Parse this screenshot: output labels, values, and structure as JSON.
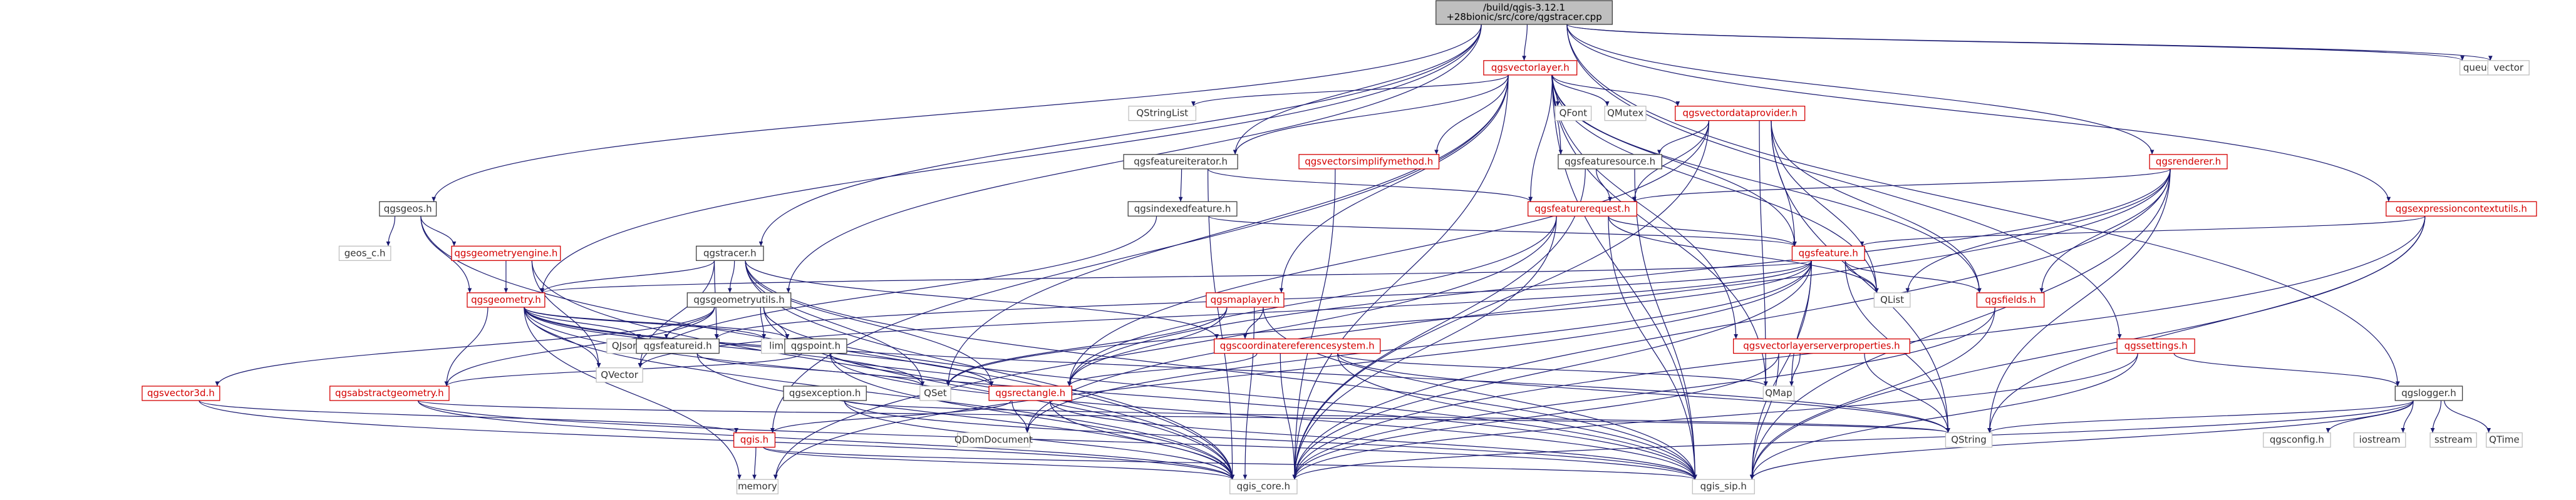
{
  "graph": {
    "title": "Include dependency graph for qgstracer.cpp",
    "root": "/build/qgis-3.12.1+28bionic/src/core/qgstracer.cpp",
    "colors": {
      "edge": "#191970",
      "text_default": "#333333",
      "text_red": "#d40000",
      "border_default": "#bfbfbf",
      "border_red": "#d40000",
      "root_fill": "#bfbfbf",
      "root_border": "#404040",
      "node_fill": "#ffffff"
    },
    "nodes": [
      {
        "id": "root",
        "lines": [
          "/build/qgis-3.12.1",
          "+28bionic/src/core/qgstracer.cpp"
        ],
        "style": "root"
      },
      {
        "id": "qgsvectorlayer",
        "lines": [
          "qgsvectorlayer.h"
        ],
        "style": "red"
      },
      {
        "id": "queue",
        "lines": [
          "queue"
        ],
        "style": "gray"
      },
      {
        "id": "vector",
        "lines": [
          "vector"
        ],
        "style": "gray"
      },
      {
        "id": "QStringList",
        "lines": [
          "QStringList"
        ],
        "style": "gray"
      },
      {
        "id": "qgsfeatureiterator",
        "lines": [
          "qgsfeatureiterator.h"
        ],
        "style": "normal"
      },
      {
        "id": "qgsvectorsimplifymethod",
        "lines": [
          "qgsvectorsimplifymethod.h"
        ],
        "style": "red"
      },
      {
        "id": "QFont",
        "lines": [
          "QFont"
        ],
        "style": "gray"
      },
      {
        "id": "QMutex",
        "lines": [
          "QMutex"
        ],
        "style": "gray"
      },
      {
        "id": "qgsvectordataprovider",
        "lines": [
          "qgsvectordataprovider.h"
        ],
        "style": "red"
      },
      {
        "id": "qgsfeaturesource",
        "lines": [
          "qgsfeaturesource.h"
        ],
        "style": "normal"
      },
      {
        "id": "qgsrenderer",
        "lines": [
          "qgsrenderer.h"
        ],
        "style": "red"
      },
      {
        "id": "qgsexpressioncontextutils",
        "lines": [
          "qgsexpressioncontextutils.h"
        ],
        "style": "red"
      },
      {
        "id": "qgsgeos",
        "lines": [
          "qgsgeos.h"
        ],
        "style": "normal"
      },
      {
        "id": "geos_c",
        "lines": [
          "geos_c.h"
        ],
        "style": "gray"
      },
      {
        "id": "qgsgeometryengine",
        "lines": [
          "qgsgeometryengine.h"
        ],
        "style": "red"
      },
      {
        "id": "qgsindexedfeature",
        "lines": [
          "qgsindexedfeature.h"
        ],
        "style": "normal"
      },
      {
        "id": "qgsfeaturerequest",
        "lines": [
          "qgsfeaturerequest.h"
        ],
        "style": "red"
      },
      {
        "id": "qgstracer",
        "lines": [
          "qgstracer.h"
        ],
        "style": "normal"
      },
      {
        "id": "qgsgeometryutils",
        "lines": [
          "qgsgeometryutils.h"
        ],
        "style": "normal"
      },
      {
        "id": "qgsgeometry",
        "lines": [
          "qgsgeometry.h"
        ],
        "style": "red"
      },
      {
        "id": "qgsfeature",
        "lines": [
          "qgsfeature.h"
        ],
        "style": "red"
      },
      {
        "id": "QList",
        "lines": [
          "QList"
        ],
        "style": "gray"
      },
      {
        "id": "qgsfields",
        "lines": [
          "qgsfields.h"
        ],
        "style": "red"
      },
      {
        "id": "qgsmaplayer",
        "lines": [
          "qgsmaplayer.h"
        ],
        "style": "red"
      },
      {
        "id": "QJsonArray",
        "lines": [
          "QJsonArray"
        ],
        "style": "gray"
      },
      {
        "id": "limits",
        "lines": [
          "limits"
        ],
        "style": "gray"
      },
      {
        "id": "qgspoint",
        "lines": [
          "qgspoint.h"
        ],
        "style": "normal"
      },
      {
        "id": "QVector",
        "lines": [
          "QVector"
        ],
        "style": "gray"
      },
      {
        "id": "qgsfeatureid",
        "lines": [
          "qgsfeatureid.h"
        ],
        "style": "normal"
      },
      {
        "id": "qgscoordinatereferencesystem",
        "lines": [
          "qgscoordinatereferencesystem.h"
        ],
        "style": "red"
      },
      {
        "id": "qgsvectorlayerserverproperties",
        "lines": [
          "qgsvectorlayerserverproperties.h"
        ],
        "style": "red"
      },
      {
        "id": "qgssettings",
        "lines": [
          "qgssettings.h"
        ],
        "style": "red"
      },
      {
        "id": "qgsvector3d",
        "lines": [
          "qgsvector3d.h"
        ],
        "style": "red"
      },
      {
        "id": "qgsabstractgeometry",
        "lines": [
          "qgsabstractgeometry.h"
        ],
        "style": "red"
      },
      {
        "id": "QSet",
        "lines": [
          "QSet"
        ],
        "style": "gray"
      },
      {
        "id": "qgsexception",
        "lines": [
          "qgsexception.h"
        ],
        "style": "normal"
      },
      {
        "id": "qgsrectangle",
        "lines": [
          "qgsrectangle.h"
        ],
        "style": "red"
      },
      {
        "id": "QMap",
        "lines": [
          "QMap"
        ],
        "style": "gray"
      },
      {
        "id": "qgslogger",
        "lines": [
          "qgslogger.h"
        ],
        "style": "normal"
      },
      {
        "id": "qgis",
        "lines": [
          "qgis.h"
        ],
        "style": "red"
      },
      {
        "id": "QDomDocument",
        "lines": [
          "QDomDocument"
        ],
        "style": "gray"
      },
      {
        "id": "QString",
        "lines": [
          "QString"
        ],
        "style": "gray"
      },
      {
        "id": "memory",
        "lines": [
          "memory"
        ],
        "style": "gray"
      },
      {
        "id": "qgis_core",
        "lines": [
          "qgis_core.h"
        ],
        "style": "gray"
      },
      {
        "id": "qgis_sip",
        "lines": [
          "qgis_sip.h"
        ],
        "style": "gray"
      },
      {
        "id": "qgsconfig",
        "lines": [
          "qgsconfig.h"
        ],
        "style": "gray"
      },
      {
        "id": "iostream",
        "lines": [
          "iostream"
        ],
        "style": "gray"
      },
      {
        "id": "sstream",
        "lines": [
          "sstream"
        ],
        "style": "gray"
      },
      {
        "id": "QTime",
        "lines": [
          "QTime"
        ],
        "style": "gray"
      }
    ],
    "edges": [
      [
        "root",
        "qgsvectorlayer"
      ],
      [
        "root",
        "queue"
      ],
      [
        "root",
        "vector"
      ],
      [
        "root",
        "qgsfeatureiterator"
      ],
      [
        "root",
        "qgsrenderer"
      ],
      [
        "root",
        "qgsexpressioncontextutils"
      ],
      [
        "root",
        "qgsgeos"
      ],
      [
        "root",
        "qgstracer"
      ],
      [
        "root",
        "qgsgeometry"
      ],
      [
        "root",
        "qgssettings"
      ],
      [
        "root",
        "qgslogger"
      ],
      [
        "root",
        "qgsgeometryutils"
      ],
      [
        "qgsvectorlayer",
        "QStringList"
      ],
      [
        "qgsvectorlayer",
        "qgsfeatureiterator"
      ],
      [
        "qgsvectorlayer",
        "qgsvectorsimplifymethod"
      ],
      [
        "qgsvectorlayer",
        "QFont"
      ],
      [
        "qgsvectorlayer",
        "QMutex"
      ],
      [
        "qgsvectorlayer",
        "qgsvectordataprovider"
      ],
      [
        "qgsvectorlayer",
        "qgsfeaturesource"
      ],
      [
        "qgsvectorlayer",
        "qgsfeature"
      ],
      [
        "qgsvectorlayer",
        "qgsfields"
      ],
      [
        "qgsvectorlayer",
        "qgsmaplayer"
      ],
      [
        "qgsvectorlayer",
        "QList"
      ],
      [
        "qgsvectorlayer",
        "qgsvectorlayerserverproperties"
      ],
      [
        "qgsvectorlayer",
        "qgis_core"
      ],
      [
        "qgsvectorlayer",
        "qgis_sip"
      ],
      [
        "qgsvectorlayer",
        "QSet"
      ],
      [
        "qgsvectorlayer",
        "QMap"
      ],
      [
        "qgsvectorlayer",
        "qgis"
      ],
      [
        "qgsvectorlayer",
        "qgsfeaturerequest"
      ],
      [
        "qgsfeatureiterator",
        "qgsfeaturerequest"
      ],
      [
        "qgsfeatureiterator",
        "qgsindexedfeature"
      ],
      [
        "qgsfeatureiterator",
        "qgis_core"
      ],
      [
        "qgsvectorsimplifymethod",
        "qgis_core"
      ],
      [
        "qgsvectordataprovider",
        "qgsfeaturesource"
      ],
      [
        "qgsvectordataprovider",
        "qgsfeaturerequest"
      ],
      [
        "qgsvectordataprovider",
        "qgsfeature"
      ],
      [
        "qgsvectordataprovider",
        "QList"
      ],
      [
        "qgsvectordataprovider",
        "QMap"
      ],
      [
        "qgsvectordataprovider",
        "qgis_core"
      ],
      [
        "qgsvectordataprovider",
        "qgsrectangle"
      ],
      [
        "qgsvectordataprovider",
        "qgsfields"
      ],
      [
        "qgsvectordataprovider",
        "QString"
      ],
      [
        "qgsfeaturesource",
        "qgsfeaturerequest"
      ],
      [
        "qgsfeaturesource",
        "qgis_core"
      ],
      [
        "qgsfeaturesource",
        "qgis_sip"
      ],
      [
        "qgsrenderer",
        "qgsfeaturerequest"
      ],
      [
        "qgsrenderer",
        "qgsfields"
      ],
      [
        "qgsrenderer",
        "QList"
      ],
      [
        "qgsrenderer",
        "QString"
      ],
      [
        "qgsrenderer",
        "QDomDocument"
      ],
      [
        "qgsrenderer",
        "qgis_core"
      ],
      [
        "qgsrenderer",
        "qgis_sip"
      ],
      [
        "qgsrenderer",
        "qgsrectangle"
      ],
      [
        "qgsexpressioncontextutils",
        "qgsfeature"
      ],
      [
        "qgsexpressioncontextutils",
        "qgis_core"
      ],
      [
        "qgsexpressioncontextutils",
        "qgis_sip"
      ],
      [
        "qgsexpressioncontextutils",
        "QString"
      ],
      [
        "qgsgeos",
        "geos_c"
      ],
      [
        "qgsgeos",
        "qgsgeometryengine"
      ],
      [
        "qgsgeos",
        "qgsgeometry"
      ],
      [
        "qgsgeos",
        "qgis_core"
      ],
      [
        "qgsgeometryengine",
        "qgsgeometry"
      ],
      [
        "qgsgeometryengine",
        "QVector"
      ],
      [
        "qgsgeometryengine",
        "qgis_core"
      ],
      [
        "qgsindexedfeature",
        "qgsfeature"
      ],
      [
        "qgsindexedfeature",
        "QVector"
      ],
      [
        "qgsfeaturerequest",
        "qgsfeature"
      ],
      [
        "qgsfeaturerequest",
        "qgsrectangle"
      ],
      [
        "qgsfeaturerequest",
        "QList"
      ],
      [
        "qgsfeaturerequest",
        "qgis_core"
      ],
      [
        "qgsfeaturerequest",
        "qgis_sip"
      ],
      [
        "qgsfeaturerequest",
        "memory"
      ],
      [
        "qgstracer",
        "qgsgeometry"
      ],
      [
        "qgstracer",
        "QVector"
      ],
      [
        "qgstracer",
        "qgsfeatureid"
      ],
      [
        "qgstracer",
        "qgscoordinatereferencesystem"
      ],
      [
        "qgstracer",
        "qgsrectangle"
      ],
      [
        "qgstracer",
        "qgis_core"
      ],
      [
        "qgstracer",
        "QSet"
      ],
      [
        "qgstracer",
        "qgsgeometryutils"
      ],
      [
        "qgstracer",
        "qgis_sip"
      ],
      [
        "qgsgeometryutils",
        "limits"
      ],
      [
        "qgsgeometryutils",
        "QJsonArray"
      ],
      [
        "qgsgeometryutils",
        "qgspoint"
      ],
      [
        "qgsgeometryutils",
        "qgsvector3d"
      ],
      [
        "qgsgeometryutils",
        "qgis_core"
      ],
      [
        "qgsgeometryutils",
        "qgsabstractgeometry"
      ],
      [
        "qgsgeometryutils",
        "qgis_sip"
      ],
      [
        "qgsgeometry",
        "QSet"
      ],
      [
        "qgsgeometry",
        "QString"
      ],
      [
        "qgsgeometry",
        "QVector"
      ],
      [
        "qgsgeometry",
        "limits"
      ],
      [
        "qgsgeometry",
        "memory"
      ],
      [
        "qgsgeometry",
        "qgis_core"
      ],
      [
        "qgsgeometry",
        "qgis_sip"
      ],
      [
        "qgsgeometry",
        "qgsabstractgeometry"
      ],
      [
        "qgsgeometry",
        "qgspoint"
      ],
      [
        "qgsgeometry",
        "qgsfeatureid"
      ],
      [
        "qgsgeometry",
        "qgsrectangle"
      ],
      [
        "qgsfeature",
        "QList"
      ],
      [
        "qgsfeature",
        "qgsfields"
      ],
      [
        "qgsfeature",
        "qgsgeometry"
      ],
      [
        "qgsfeature",
        "qgsfeatureid"
      ],
      [
        "qgsfeature",
        "QVector"
      ],
      [
        "qgsfeature",
        "QMap"
      ],
      [
        "qgsfeature",
        "QString"
      ],
      [
        "qgsfeature",
        "QSet"
      ],
      [
        "qgsfeature",
        "qgis_core"
      ],
      [
        "qgsfeature",
        "qgis_sip"
      ],
      [
        "qgsfeature",
        "memory"
      ],
      [
        "qgsfeature",
        "QDomDocument"
      ],
      [
        "qgsfields",
        "qgis_core"
      ],
      [
        "qgsfields",
        "qgis_sip"
      ],
      [
        "qgsmaplayer",
        "qgscoordinatereferencesystem"
      ],
      [
        "qgsmaplayer",
        "qgsrectangle"
      ],
      [
        "qgsmaplayer",
        "qgis_core"
      ],
      [
        "qgsmaplayer",
        "qgis_sip"
      ],
      [
        "qgsmaplayer",
        "QSet"
      ],
      [
        "qgspoint",
        "qgsabstractgeometry"
      ],
      [
        "qgspoint",
        "qgis_core"
      ],
      [
        "qgspoint",
        "qgis_sip"
      ],
      [
        "qgspoint",
        "qgsrectangle"
      ],
      [
        "qgsfeatureid",
        "QSet"
      ],
      [
        "qgsfeatureid",
        "qgis_core"
      ],
      [
        "qgscoordinatereferencesystem",
        "QMap"
      ],
      [
        "qgscoordinatereferencesystem",
        "qgis_core"
      ],
      [
        "qgscoordinatereferencesystem",
        "qgis_sip"
      ],
      [
        "qgscoordinatereferencesystem",
        "qgsrectangle"
      ],
      [
        "qgscoordinatereferencesystem",
        "QString"
      ],
      [
        "qgsvectorlayerserverproperties",
        "QMap"
      ],
      [
        "qgsvectorlayerserverproperties",
        "QString"
      ],
      [
        "qgsvectorlayerserverproperties",
        "qgis_core"
      ],
      [
        "qgsvectorlayerserverproperties",
        "qgis_sip"
      ],
      [
        "qgssettings",
        "qgslogger"
      ],
      [
        "qgssettings",
        "qgis_core"
      ],
      [
        "qgssettings",
        "qgis_sip"
      ],
      [
        "qgsvector3d",
        "qgis_core"
      ],
      [
        "qgsvector3d",
        "qgis"
      ],
      [
        "qgsabstractgeometry",
        "qgis_core"
      ],
      [
        "qgsabstractgeometry",
        "qgis_sip"
      ],
      [
        "qgsabstractgeometry",
        "QString"
      ],
      [
        "qgsexception",
        "QString"
      ],
      [
        "qgsexception",
        "qgis_core"
      ],
      [
        "qgsexception",
        "qgis_sip"
      ],
      [
        "qgsrectangle",
        "qgis"
      ],
      [
        "qgsrectangle",
        "QDomDocument"
      ],
      [
        "qgsrectangle",
        "qgis_core"
      ],
      [
        "qgsrectangle",
        "qgis_sip"
      ],
      [
        "qgslogger",
        "QString"
      ],
      [
        "qgslogger",
        "qgis_core"
      ],
      [
        "qgslogger",
        "qgsconfig"
      ],
      [
        "qgslogger",
        "iostream"
      ],
      [
        "qgslogger",
        "sstream"
      ],
      [
        "qgslogger",
        "QTime"
      ],
      [
        "qgslogger",
        "qgis_sip"
      ],
      [
        "qgis",
        "memory"
      ],
      [
        "qgis",
        "qgis_core"
      ],
      [
        "qgis",
        "qgis_sip"
      ]
    ]
  }
}
